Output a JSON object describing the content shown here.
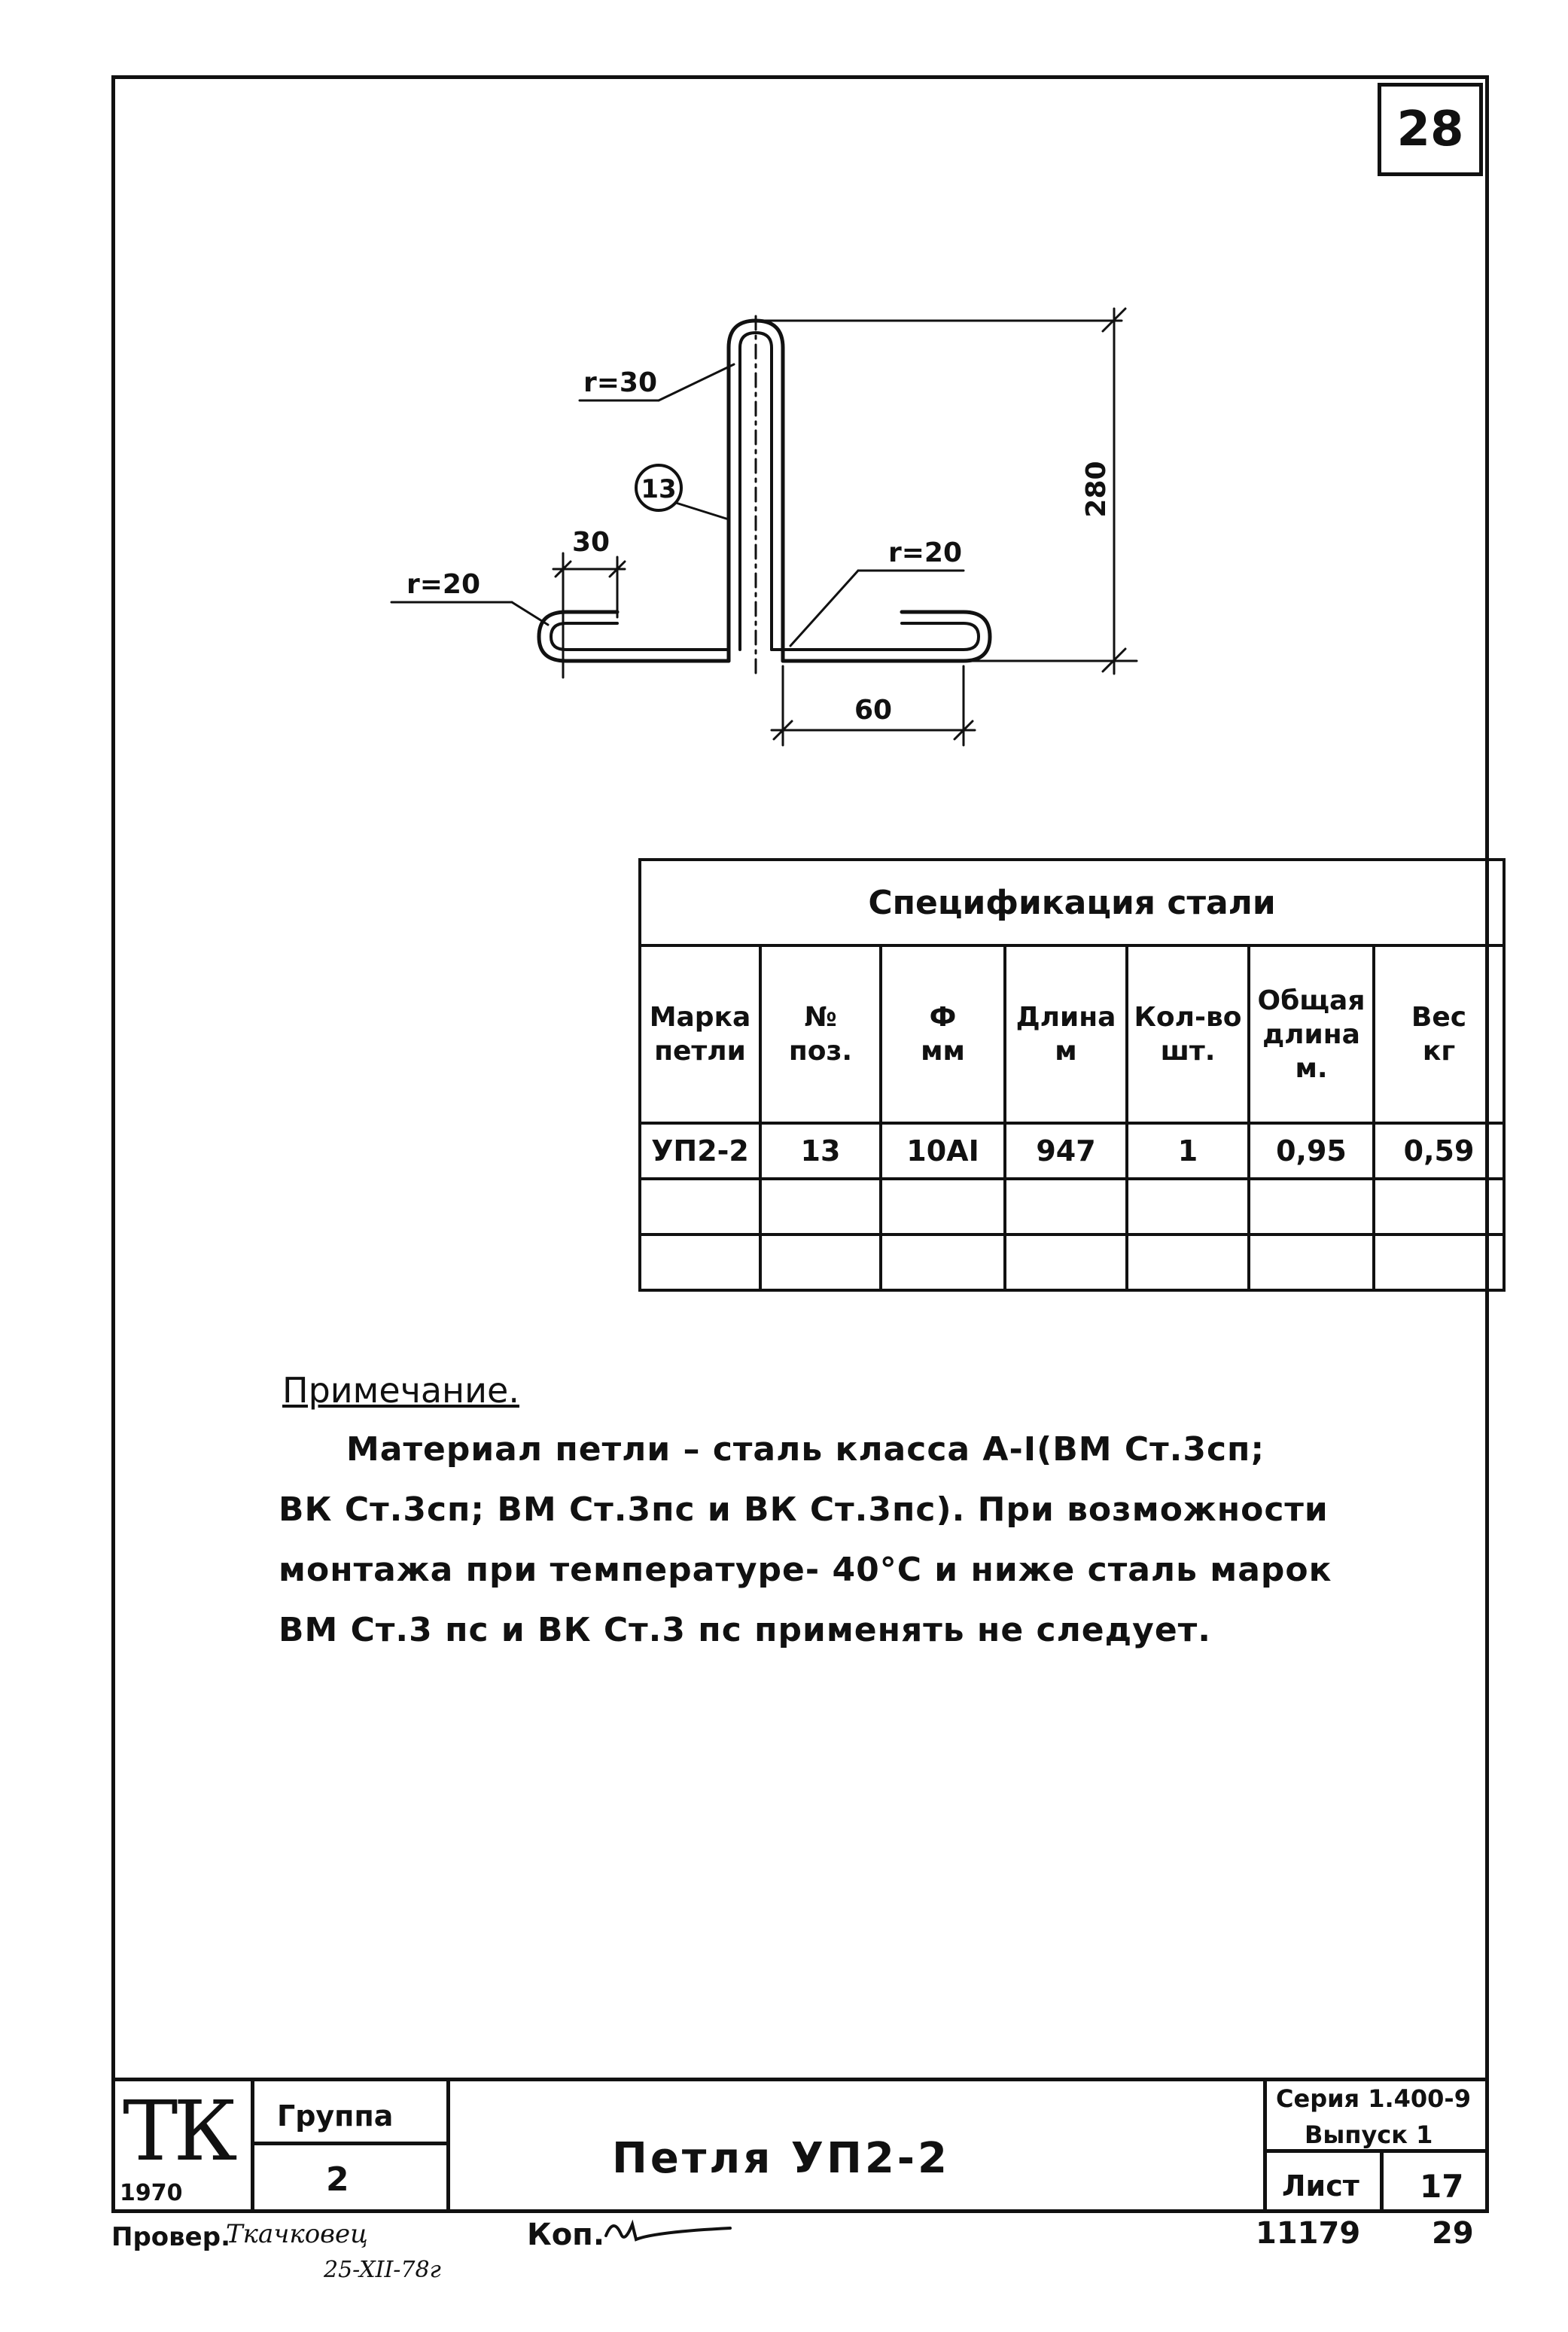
{
  "sheet_number": "28",
  "drawing": {
    "radius_top": "r=30",
    "position_marker": "13",
    "dim_width_left": "30",
    "radius_left": "r=20",
    "radius_right": "r=20",
    "dim_height": "280",
    "dim_width_bottom": "60"
  },
  "specification": {
    "title": "Спецификация стали",
    "columns": [
      {
        "line1": "Марка",
        "line2": "петли"
      },
      {
        "line1": "№",
        "line2": "поз."
      },
      {
        "line1": "Ф",
        "line2": "мм"
      },
      {
        "line1": "Длина",
        "line2": "м"
      },
      {
        "line1": "Кол-во",
        "line2": "шт."
      },
      {
        "line1": "Общая",
        "line2": "длина",
        "line3": "м."
      },
      {
        "line1": "Вес",
        "line2": "кг"
      }
    ],
    "rows": [
      [
        "УП2-2",
        "13",
        "10AI",
        "947",
        "1",
        "0,95",
        "0,59"
      ],
      [
        "",
        "",
        "",
        "",
        "",
        "",
        ""
      ],
      [
        "",
        "",
        "",
        "",
        "",
        "",
        ""
      ]
    ]
  },
  "note": {
    "title": "Примечание.",
    "lines": [
      "Материал петли – сталь класса A-I(ВМ Ст.3сп;",
      "ВК Ст.3сп; ВМ Ст.3пс и ВК Ст.3пс). При возможности",
      "монтажа при температуре- 40°С и ниже сталь марок",
      "ВМ Ст.3 пс и ВК Ст.3 пс применять не следует."
    ]
  },
  "title_block": {
    "logo": "ТК",
    "logo_year": "1970",
    "group_label": "Группа",
    "group_value": "2",
    "item_title": "Петля УП2-2",
    "series": "Серия 1.400-9",
    "issue": "Выпуск 1",
    "sheet_label": "Лист",
    "sheet_value": "17"
  },
  "footer": {
    "checked_label": "Провер.",
    "checked_signature": "Ткачковец",
    "checked_date": "25-XII-78г",
    "copied_label": "Коп.",
    "archive_number": "11179",
    "page_number": "29"
  }
}
